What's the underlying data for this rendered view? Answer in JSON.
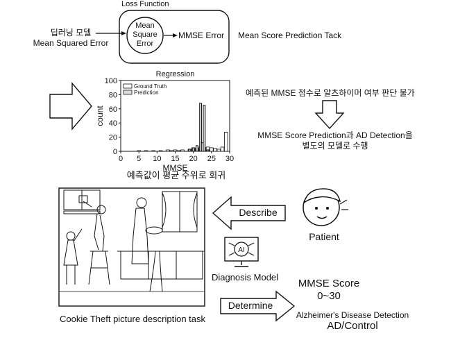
{
  "loss": {
    "title": "Loss Function",
    "dl_model": "딥러닝 모델",
    "mse_label": "Mean Squared Error",
    "circle_lines": [
      "Mean",
      "Square",
      "Error"
    ],
    "mmse_error": "MMSE Error",
    "task": "Mean Score Prediction Tack"
  },
  "regression": {
    "caption": "예측값이 평균 주위로 회귀",
    "note": "예측된 MMSE 점수로 알츠하이머 여부 판단 불가",
    "solution_line1": "MMSE Score Prediction과 AD Detection을",
    "solution_line2": "별도의 모델로 수행"
  },
  "chart_data": {
    "type": "bar",
    "title": "Regression",
    "xlabel": "MMSE",
    "ylabel": "count",
    "xlim": [
      0,
      30
    ],
    "ylim": [
      0,
      100
    ],
    "xticks": [
      0,
      5,
      10,
      15,
      20,
      25,
      30
    ],
    "yticks": [
      0,
      20,
      40,
      60,
      80,
      100
    ],
    "legend_position": "top-left",
    "series": [
      {
        "name": "Ground Truth",
        "x": [
          5,
          7,
          9,
          11,
          13,
          14,
          15,
          16,
          17,
          19,
          20,
          21,
          22,
          23,
          24,
          25,
          26,
          27,
          28,
          29
        ],
        "values": [
          1,
          1,
          1,
          1,
          2,
          1,
          2,
          1,
          2,
          3,
          5,
          4,
          6,
          5,
          6,
          5,
          4,
          3,
          6,
          27
        ]
      },
      {
        "name": "Prediction",
        "x": [
          19,
          20,
          21,
          22,
          22.5,
          23,
          24
        ],
        "values": [
          3,
          5,
          8,
          68,
          12,
          65,
          2
        ]
      }
    ]
  },
  "bottom": {
    "task_caption": "Cookie Theft picture description task",
    "describe": "Describe",
    "patient": "Patient",
    "ai_badge": "AI",
    "diagnosis_model": "Diagnosis Model",
    "determine": "Determine",
    "mmse_score": "MMSE Score",
    "mmse_range": "0~30",
    "ad_detection": "Alzheimer's Disease Detection",
    "ad_control": "AD/Control"
  },
  "icons": [
    "arrow-right-icon",
    "arrow-down-icon",
    "arrow-left-icon",
    "patient-icon",
    "ai-monitor-icon",
    "cookie-theft-picture"
  ]
}
